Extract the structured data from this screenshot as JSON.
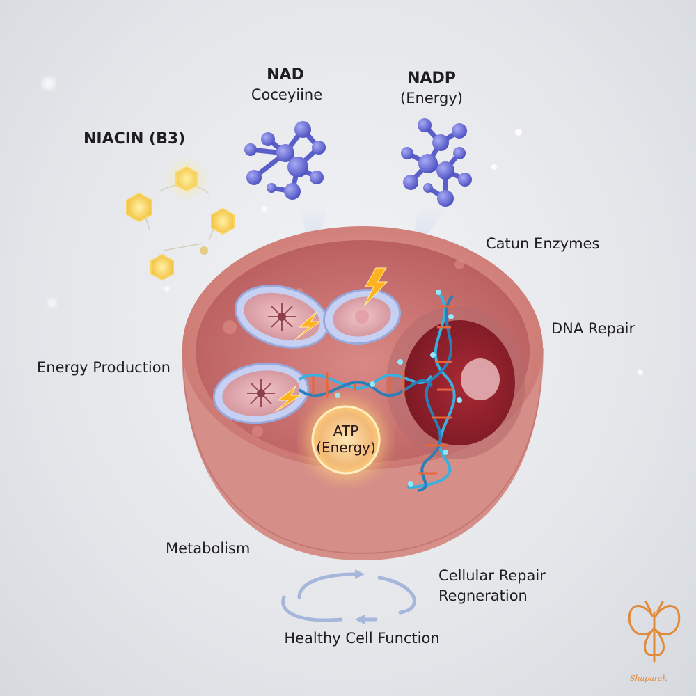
{
  "labels": {
    "niacin": "NIACIN (B3)",
    "nad_title": "NAD",
    "nad_sub": "Coceyiine",
    "nadp_title": "NADP",
    "nadp_sub": "(Energy)",
    "enzymes": "Catun Enzymes",
    "dna_repair": "DNA Repair",
    "energy_production": "Energy Production",
    "atp_title": "ATP",
    "atp_sub": "(Energy)",
    "metabolism": "Metabolism",
    "cellular_repair_line1": "Cellular Repair",
    "cellular_repair_line2": "Regneration",
    "healthy_cell": "Healthy Cell Function"
  },
  "watermark": {
    "text": "Shaparak",
    "icon": "butterfly-icon",
    "color": "#e08a3a"
  },
  "colors": {
    "cell_membrane": "#d88a84",
    "cell_interior": "#c46a68",
    "molecule": "#5a5ec8",
    "niacin_hex": "#f5c842",
    "atp_glow": "#ffd27a",
    "dna_blue": "#3ab0e0",
    "dna_orange": "#e8663a",
    "cycle_arrow": "#9fb3d8"
  }
}
